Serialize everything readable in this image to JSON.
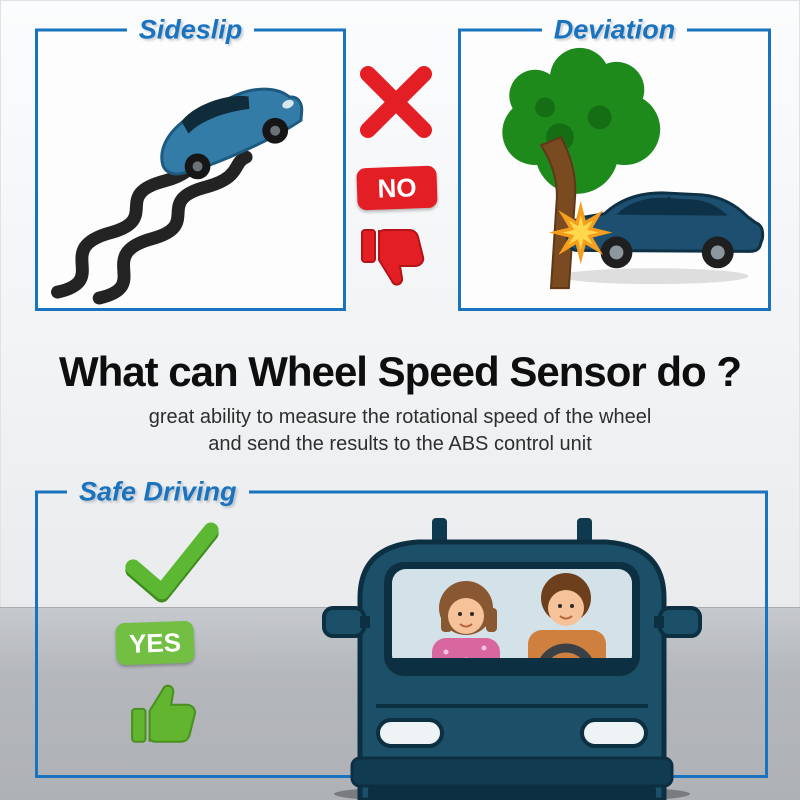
{
  "headline": {
    "title": "What can Wheel Speed Sensor do ?",
    "subtitle_line1": "great ability to measure the rotational speed of the wheel",
    "subtitle_line2": "and send the results to the ABS control unit"
  },
  "panels": {
    "sideslip": {
      "title": "Sideslip",
      "illustration": "skidding-car-with-s-shaped-tire-tracks"
    },
    "deviation": {
      "title": "Deviation",
      "illustration": "car-crashing-into-tree"
    },
    "safe_driving": {
      "title": "Safe Driving",
      "illustration": "front-view-car-with-driver-and-passenger"
    }
  },
  "verdict_negative": {
    "badge": "NO",
    "icons": [
      "x-mark",
      "thumbs-down"
    ]
  },
  "verdict_positive": {
    "badge": "YES",
    "icons": [
      "check-mark",
      "thumbs-up"
    ]
  },
  "colors": {
    "accent_blue": "#1a73bf",
    "negative_red": "#e31e24",
    "positive_green": "#72bf44",
    "car_body_dark_blue": "#1c5068",
    "skid_car_blue": "#337ca8",
    "tree_green": "#1e8a1c",
    "floor_gray": "#b4b7bc",
    "headline_black": "#0e0e0e"
  }
}
